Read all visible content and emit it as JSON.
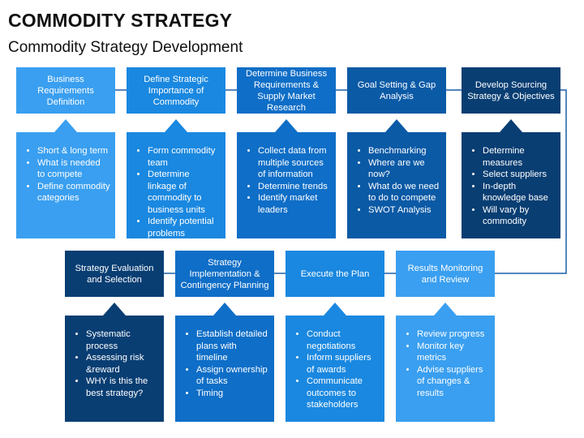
{
  "header": {
    "title": "COMMODITY STRATEGY",
    "subtitle": "Commodity Strategy Development"
  },
  "colors": {
    "light": "#3a9ff0",
    "medium_light": "#1a88e0",
    "medium": "#0f6ec7",
    "medium_dark": "#0b5aa6",
    "dark": "#093e73",
    "connector": "#1a5fa8"
  },
  "steps": [
    {
      "title": "Business Requirements Definition",
      "bullets": [
        "Short & long term",
        "What is needed to compete",
        "Define commodity categories"
      ]
    },
    {
      "title": "Define Strategic Importance of Commodity",
      "bullets": [
        "Form commodity team",
        "Determine linkage of commodity to business units",
        "Identify potential problems"
      ]
    },
    {
      "title": "Determine Business Requirements & Supply Market Research",
      "bullets": [
        "Collect data from multiple sources of information",
        "Determine trends",
        "Identify market leaders"
      ]
    },
    {
      "title": "Goal Setting & Gap Analysis",
      "bullets": [
        "Benchmarking",
        "Where are we now?",
        "What do we need to do to compete",
        "SWOT Analysis"
      ]
    },
    {
      "title": "Develop Sourcing Strategy & Objectives",
      "bullets": [
        "Determine measures",
        "Select suppliers",
        "In-depth knowledge base",
        "Will vary by commodity"
      ]
    },
    {
      "title": "Results Monitoring and Review",
      "bullets": [
        "Review progress",
        "Monitor key metrics",
        "Advise suppliers of changes & results"
      ]
    },
    {
      "title": "Execute the Plan",
      "bullets": [
        "Conduct negotiations",
        "Inform suppliers of awards",
        "Communicate outcomes to stakeholders"
      ]
    },
    {
      "title": "Strategy Implementation & Contingency Planning",
      "bullets": [
        "Establish detailed plans with timeline",
        "Assign ownership of tasks",
        "Timing"
      ]
    },
    {
      "title": "Strategy Evaluation and Selection",
      "bullets": [
        "Systematic process",
        "Assessing risk &reward",
        "WHY is this the best strategy?"
      ]
    }
  ]
}
